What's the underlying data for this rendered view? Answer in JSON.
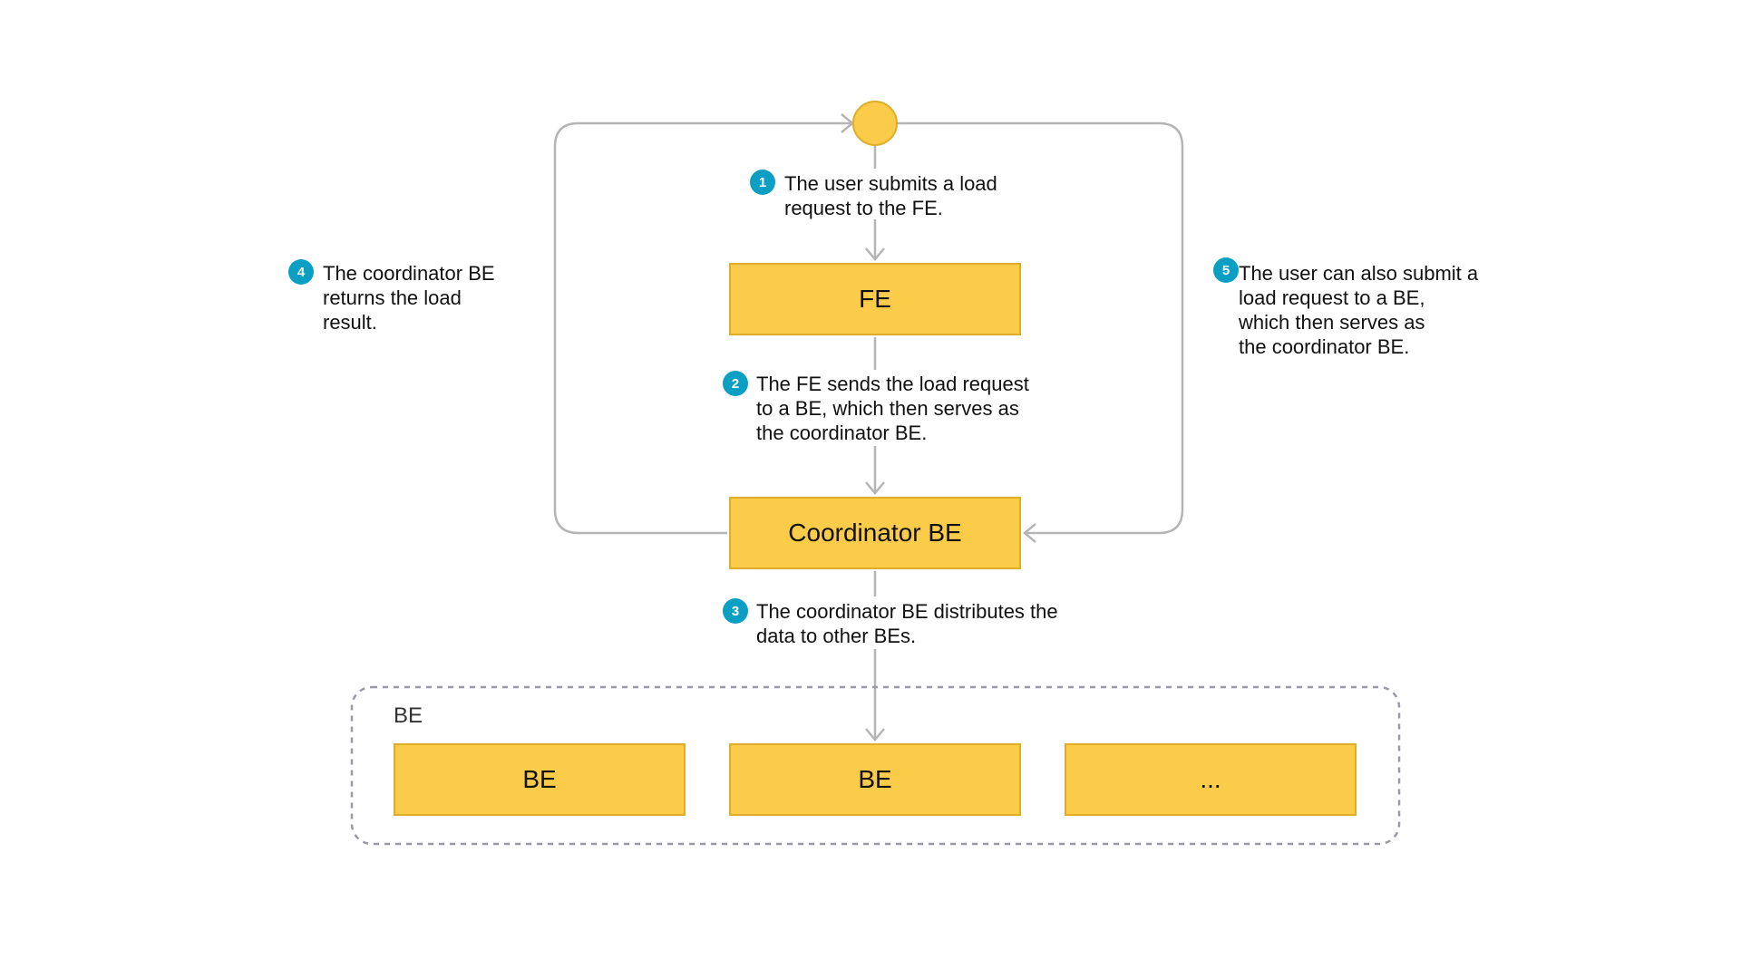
{
  "colors": {
    "box_fill": "#fbcb4a",
    "box_border": "#e0ad2a",
    "start_node": "#fbcb4a",
    "badge": "#0b9fc4",
    "connector": "#b5b5b5",
    "group_border": "#9a9aa6"
  },
  "nodes": {
    "fe": "FE",
    "coordinator": "Coordinator BE",
    "group_label": "BE",
    "be_1": "BE",
    "be_2": "BE",
    "be_more": "..."
  },
  "steps": [
    {
      "number": "1",
      "lines": [
        "The user submits a load",
        "request to the FE."
      ]
    },
    {
      "number": "2",
      "lines": [
        "The FE sends the load request",
        "to a BE, which then serves as",
        "the coordinator BE."
      ]
    },
    {
      "number": "3",
      "lines": [
        "The coordinator BE distributes the",
        "data to other BEs."
      ]
    },
    {
      "number": "4",
      "lines": [
        "The coordinator BE",
        "returns the load",
        "result."
      ]
    },
    {
      "number": "5",
      "lines": [
        "The user can also submit a",
        "load request to a BE,",
        "which then serves as",
        "the coordinator BE."
      ]
    }
  ]
}
